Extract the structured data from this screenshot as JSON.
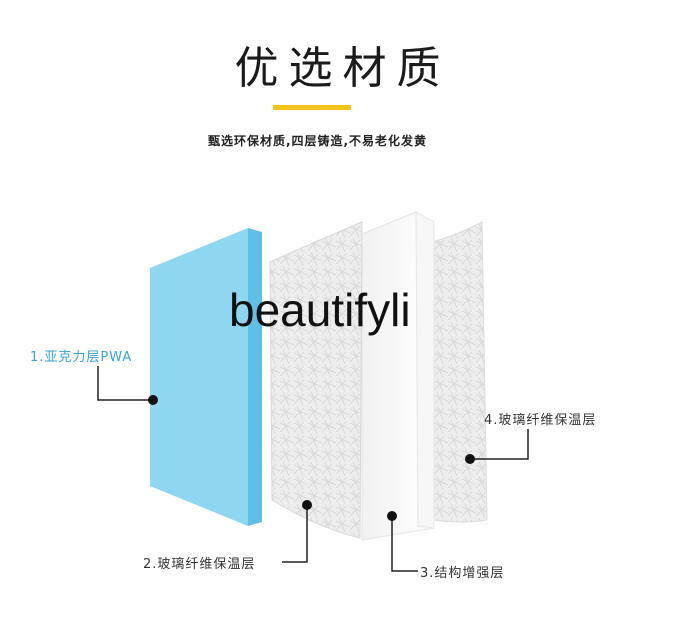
{
  "title": "优选材质",
  "subtitle": "甄选环保材质,四层铸造,不易老化发黄",
  "watermark": "beautifyli",
  "layers": {
    "layer1": "1.亚克力层PWA",
    "layer2": "2.玻璃纤维保温层",
    "layer3": "3.结构增强层",
    "layer4": "4.玻璃纤维保温层"
  },
  "colors": {
    "accent": "#f2c31b",
    "acrylic": "#8fd6f0",
    "label_blue": "#36a6d6"
  }
}
